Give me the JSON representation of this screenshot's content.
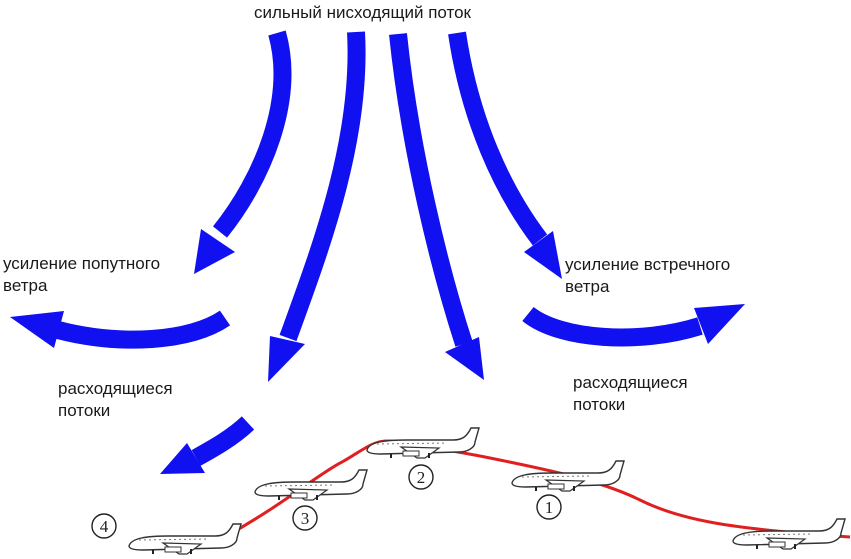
{
  "title": "сильный нисходящий поток",
  "labels": {
    "tailwind_line1": "усиление попутного",
    "tailwind_line2": "ветра",
    "headwind_line1": "усиление встречного",
    "headwind_line2": "ветра",
    "diverge_left_line1": "расходящиеся",
    "diverge_left_line2": "потоки",
    "diverge_right_line1": "расходящиеся",
    "diverge_right_line2": "потоки"
  },
  "positions": [
    {
      "number": "1"
    },
    {
      "number": "2"
    },
    {
      "number": "3"
    },
    {
      "number": "4"
    }
  ],
  "colors": {
    "arrow": "#1010f0",
    "flight_path": "#e02020",
    "aircraft_fill": "#ffffff",
    "aircraft_stroke": "#333333",
    "text": "#1a1a1a"
  }
}
